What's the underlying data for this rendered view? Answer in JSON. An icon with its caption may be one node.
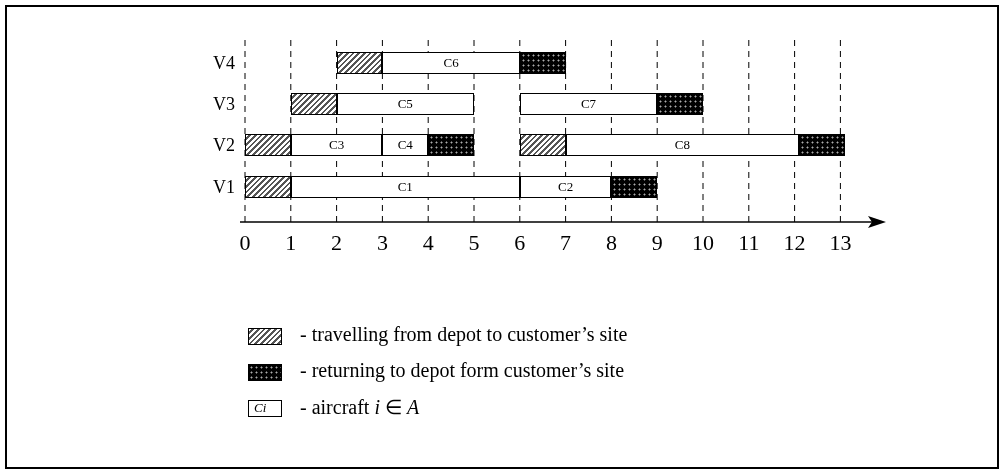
{
  "diagram": {
    "nodes": [
      {
        "text": [],
        "shape": "bar"
      },
      {
        "text": [
          "C6"
        ]
      },
      {
        "text": [],
        "shape": "bar"
      },
      {
        "text": [],
        "shape": "bar"
      },
      {
        "text": [
          "C5"
        ]
      },
      {
        "text": [
          "C7"
        ]
      },
      {
        "text": [],
        "shape": "bar"
      },
      {
        "text": [],
        "shape": "bar"
      },
      {
        "text": [
          "C3"
        ]
      },
      {
        "text": [
          "C4"
        ]
      },
      {
        "text": [],
        "shape": "bar"
      },
      {
        "text": [],
        "shape": "bar"
      },
      {
        "text": [
          "C8"
        ]
      },
      {
        "text": [],
        "shape": "bar"
      },
      {
        "text": [],
        "shape": "bar"
      },
      {
        "text": [
          "C1"
        ]
      },
      {
        "text": [
          "C2"
        ]
      },
      {
        "text": [],
        "shape": "bar"
      }
    ],
    "edges": [],
    "labels": [
      "V4",
      "V3",
      "V2",
      "V1",
      "0",
      "1",
      "2",
      "3",
      "4",
      "5",
      "6",
      "7",
      "8",
      "9",
      "10",
      "11",
      "12",
      "13",
      "Ci"
    ],
    "legend": [
      {
        "text": "- travelling from depot to customer’s site"
      },
      {
        "text": "- returning to depot form customer’s site"
      },
      {
        "text": "- aircraft *i* ∈ *A*"
      }
    ]
  }
}
